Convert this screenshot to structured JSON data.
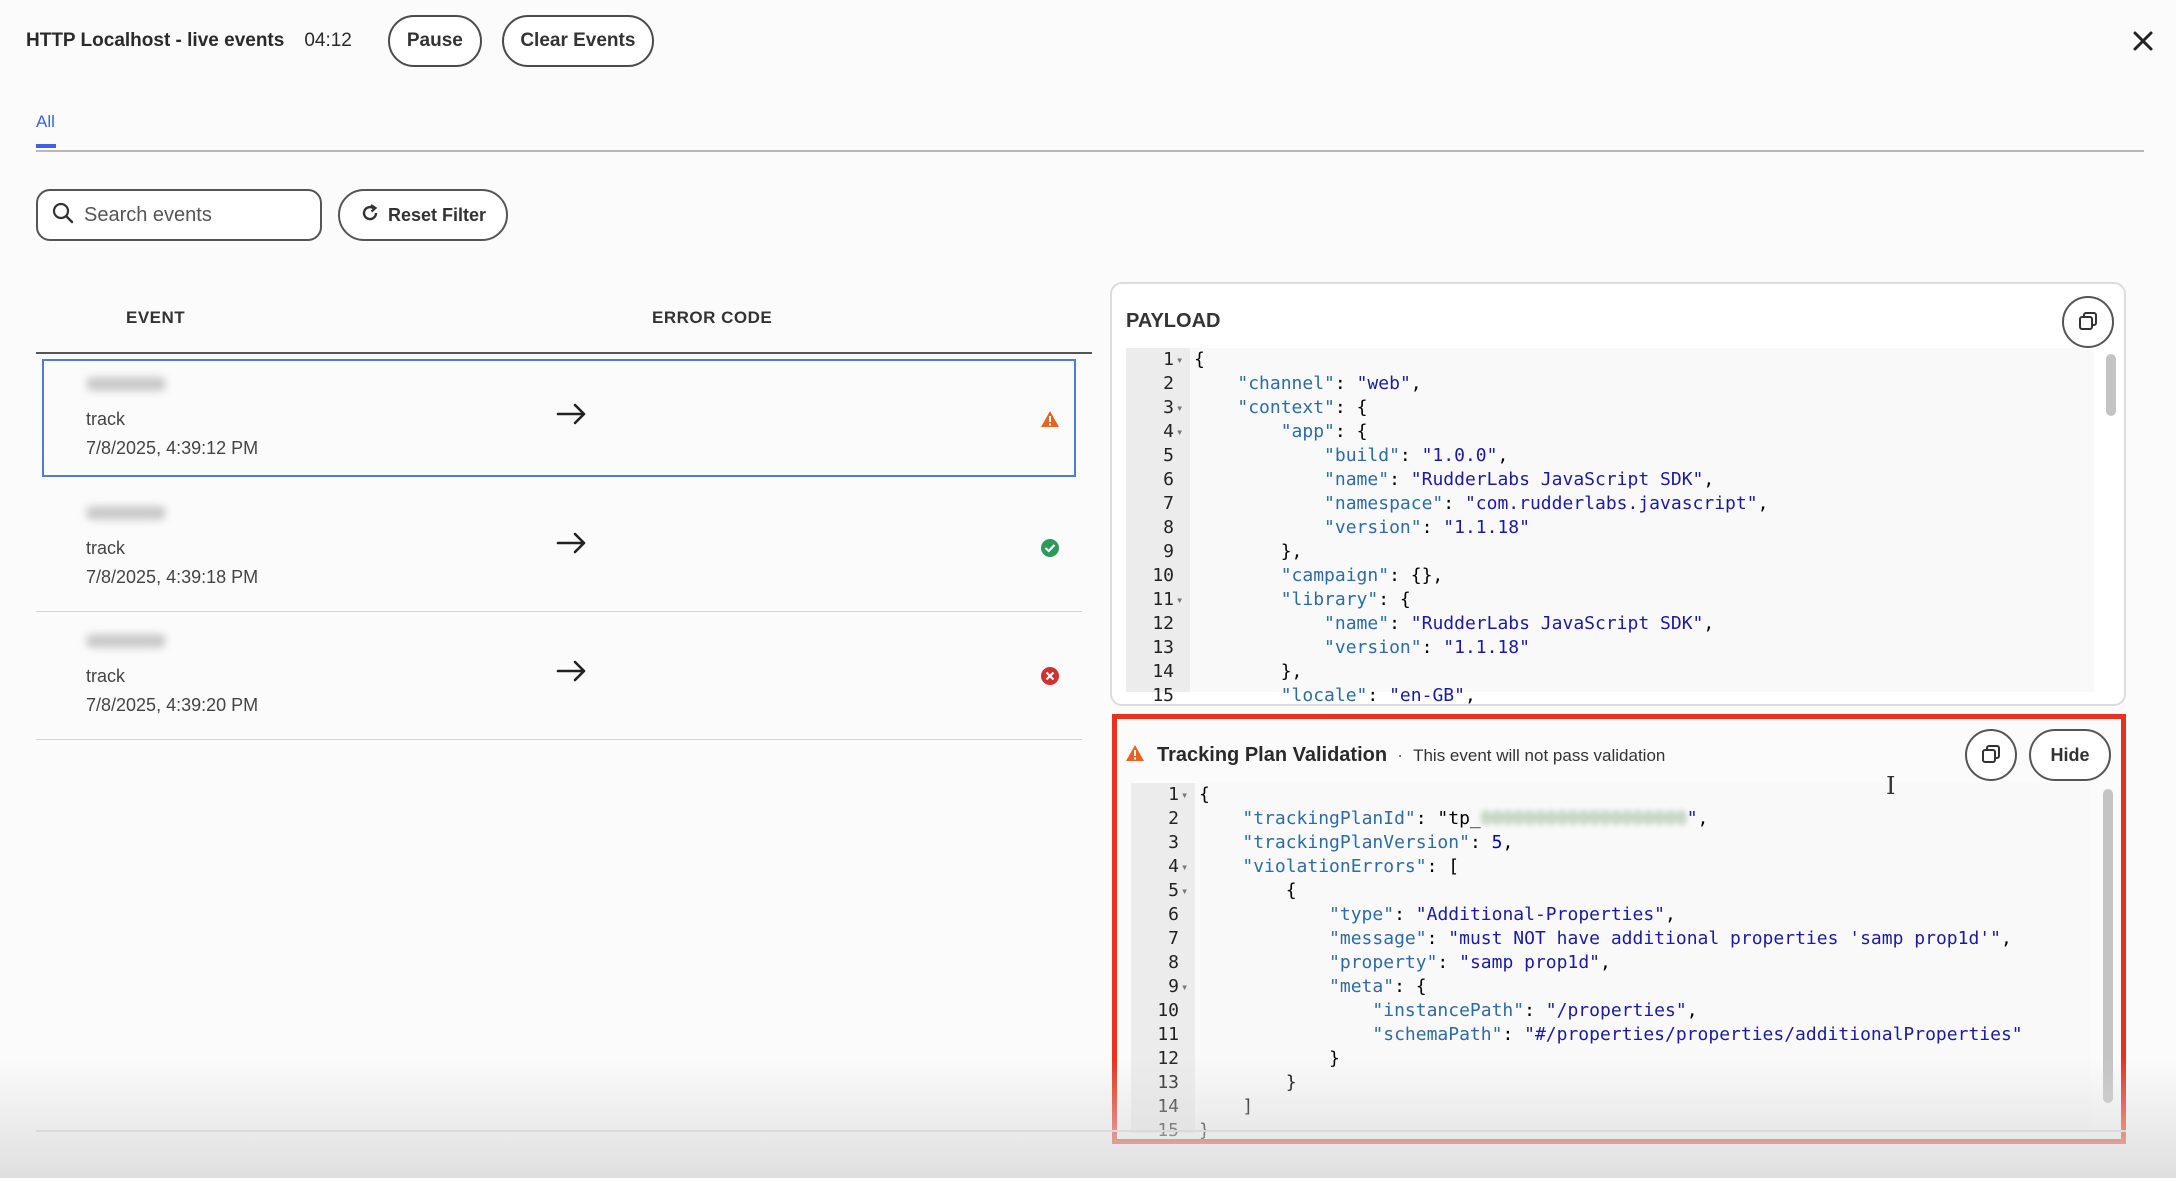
{
  "header": {
    "title": "HTTP Localhost - live events",
    "timer": "04:12",
    "pause_label": "Pause",
    "clear_label": "Clear Events"
  },
  "tabs": [
    {
      "label": "All",
      "active": true
    }
  ],
  "filters": {
    "search_placeholder": "Search events",
    "reset_label": "Reset Filter"
  },
  "event_list": {
    "columns": {
      "event": "EVENT",
      "error_code": "ERROR CODE"
    },
    "rows": [
      {
        "name_blurred": true,
        "type": "track",
        "time": "7/8/2025, 4:39:12 PM",
        "status": "warning",
        "status_color": "#e8631f",
        "selected": true
      },
      {
        "name_blurred": true,
        "type": "track",
        "time": "7/8/2025, 4:39:18 PM",
        "status": "success",
        "status_color": "#2e9a5a",
        "selected": false
      },
      {
        "name_blurred": true,
        "type": "track",
        "time": "7/8/2025, 4:39:20 PM",
        "status": "error",
        "status_color": "#d32f2f",
        "selected": false
      }
    ]
  },
  "payload": {
    "title": "PAYLOAD",
    "line_numbers": [
      "1",
      "2",
      "3",
      "4",
      "5",
      "6",
      "7",
      "8",
      "9",
      "10",
      "11",
      "12",
      "13",
      "14",
      "15"
    ],
    "lines": [
      "{",
      "    \"channel\": \"web\",",
      "    \"context\": {",
      "        \"app\": {",
      "            \"build\": \"1.0.0\",",
      "            \"name\": \"RudderLabs JavaScript SDK\",",
      "            \"namespace\": \"com.rudderlabs.javascript\",",
      "            \"version\": \"1.1.18\"",
      "        },",
      "        \"campaign\": {},",
      "        \"library\": {",
      "            \"name\": \"RudderLabs JavaScript SDK\",",
      "            \"version\": \"1.1.18\"",
      "        },",
      "        \"locale\": \"en-GB\","
    ]
  },
  "validation": {
    "title": "Tracking Plan Validation",
    "separator": "·",
    "message": "This event will not pass validation",
    "hide_label": "Hide",
    "accent_color": "#e8311f",
    "line_numbers": [
      "1",
      "2",
      "3",
      "4",
      "5",
      "6",
      "7",
      "8",
      "9",
      "10",
      "11",
      "12",
      "13",
      "14",
      "15"
    ],
    "lines": [
      "{",
      "    \"trackingPlanId\": \"tp_",
      "    \"trackingPlanVersion\": 5,",
      "    \"violationErrors\": [",
      "        {",
      "            \"type\": \"Additional-Properties\",",
      "            \"message\": \"must NOT have additional properties 'samp prop1d'\",",
      "            \"property\": \"samp prop1d\",",
      "            \"meta\": {",
      "                \"instancePath\": \"/properties\",",
      "                \"schemaPath\": \"#/properties/properties/additionalProperties\"",
      "            }",
      "        }",
      "    ]",
      "}"
    ]
  }
}
